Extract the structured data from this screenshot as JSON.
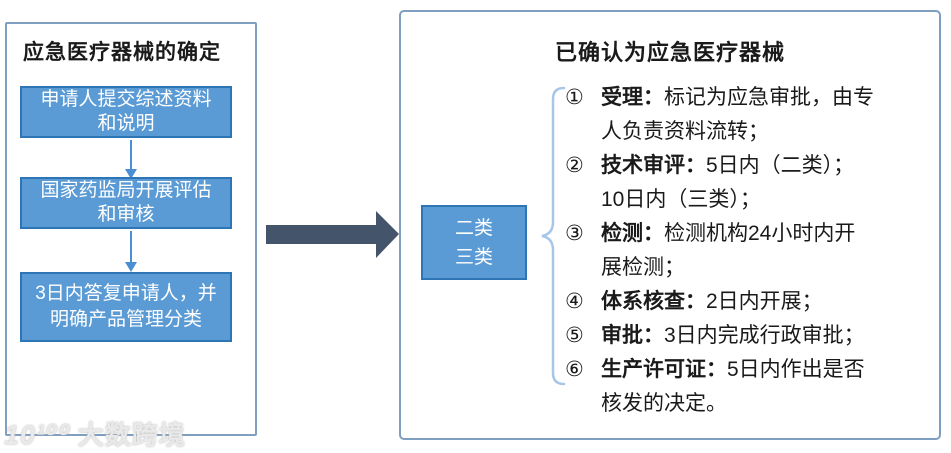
{
  "left_panel": {
    "title": "应急医疗器械的确定",
    "steps": [
      {
        "line1": "申请人提交综述资料",
        "line2": "和说明"
      },
      {
        "line1": "国家药监局开展评估",
        "line2": "和审核"
      },
      {
        "line1": "3日内答复申请人，并",
        "line2": "明确产品管理分类"
      }
    ]
  },
  "right_panel": {
    "title": "已确认为应急医疗器械",
    "category_box": {
      "line1": "二类",
      "line2": "三类"
    },
    "items": [
      {
        "num": "①",
        "label": "受理：",
        "text": "标记为应急审批，由专人负责资料流转；"
      },
      {
        "num": "②",
        "label": "技术审评：",
        "text": "5日内（二类）；10日内（三类）；"
      },
      {
        "num": "③",
        "label": "检测：",
        "text": "检测机构24小时内开展检测；"
      },
      {
        "num": "④",
        "label": "体系核查：",
        "text": "2日内开展；"
      },
      {
        "num": "⑤",
        "label": "审批：",
        "text": "3日内完成行政审批；"
      },
      {
        "num": "⑥",
        "label": "生产许可证：",
        "text": "5日内作出是否核发的决定。"
      }
    ]
  },
  "watermark": {
    "logo": "10¹⁰⁰",
    "text": "大数跨境"
  },
  "colors": {
    "box_fill": "#5b9bd5",
    "box_border": "#2e75b6",
    "panel_border": "#7f9fc0",
    "arrow_dark": "#44546a",
    "brace": "#a8c7e8",
    "connector": "#4a8fd3",
    "text": "#1a1a1a"
  }
}
